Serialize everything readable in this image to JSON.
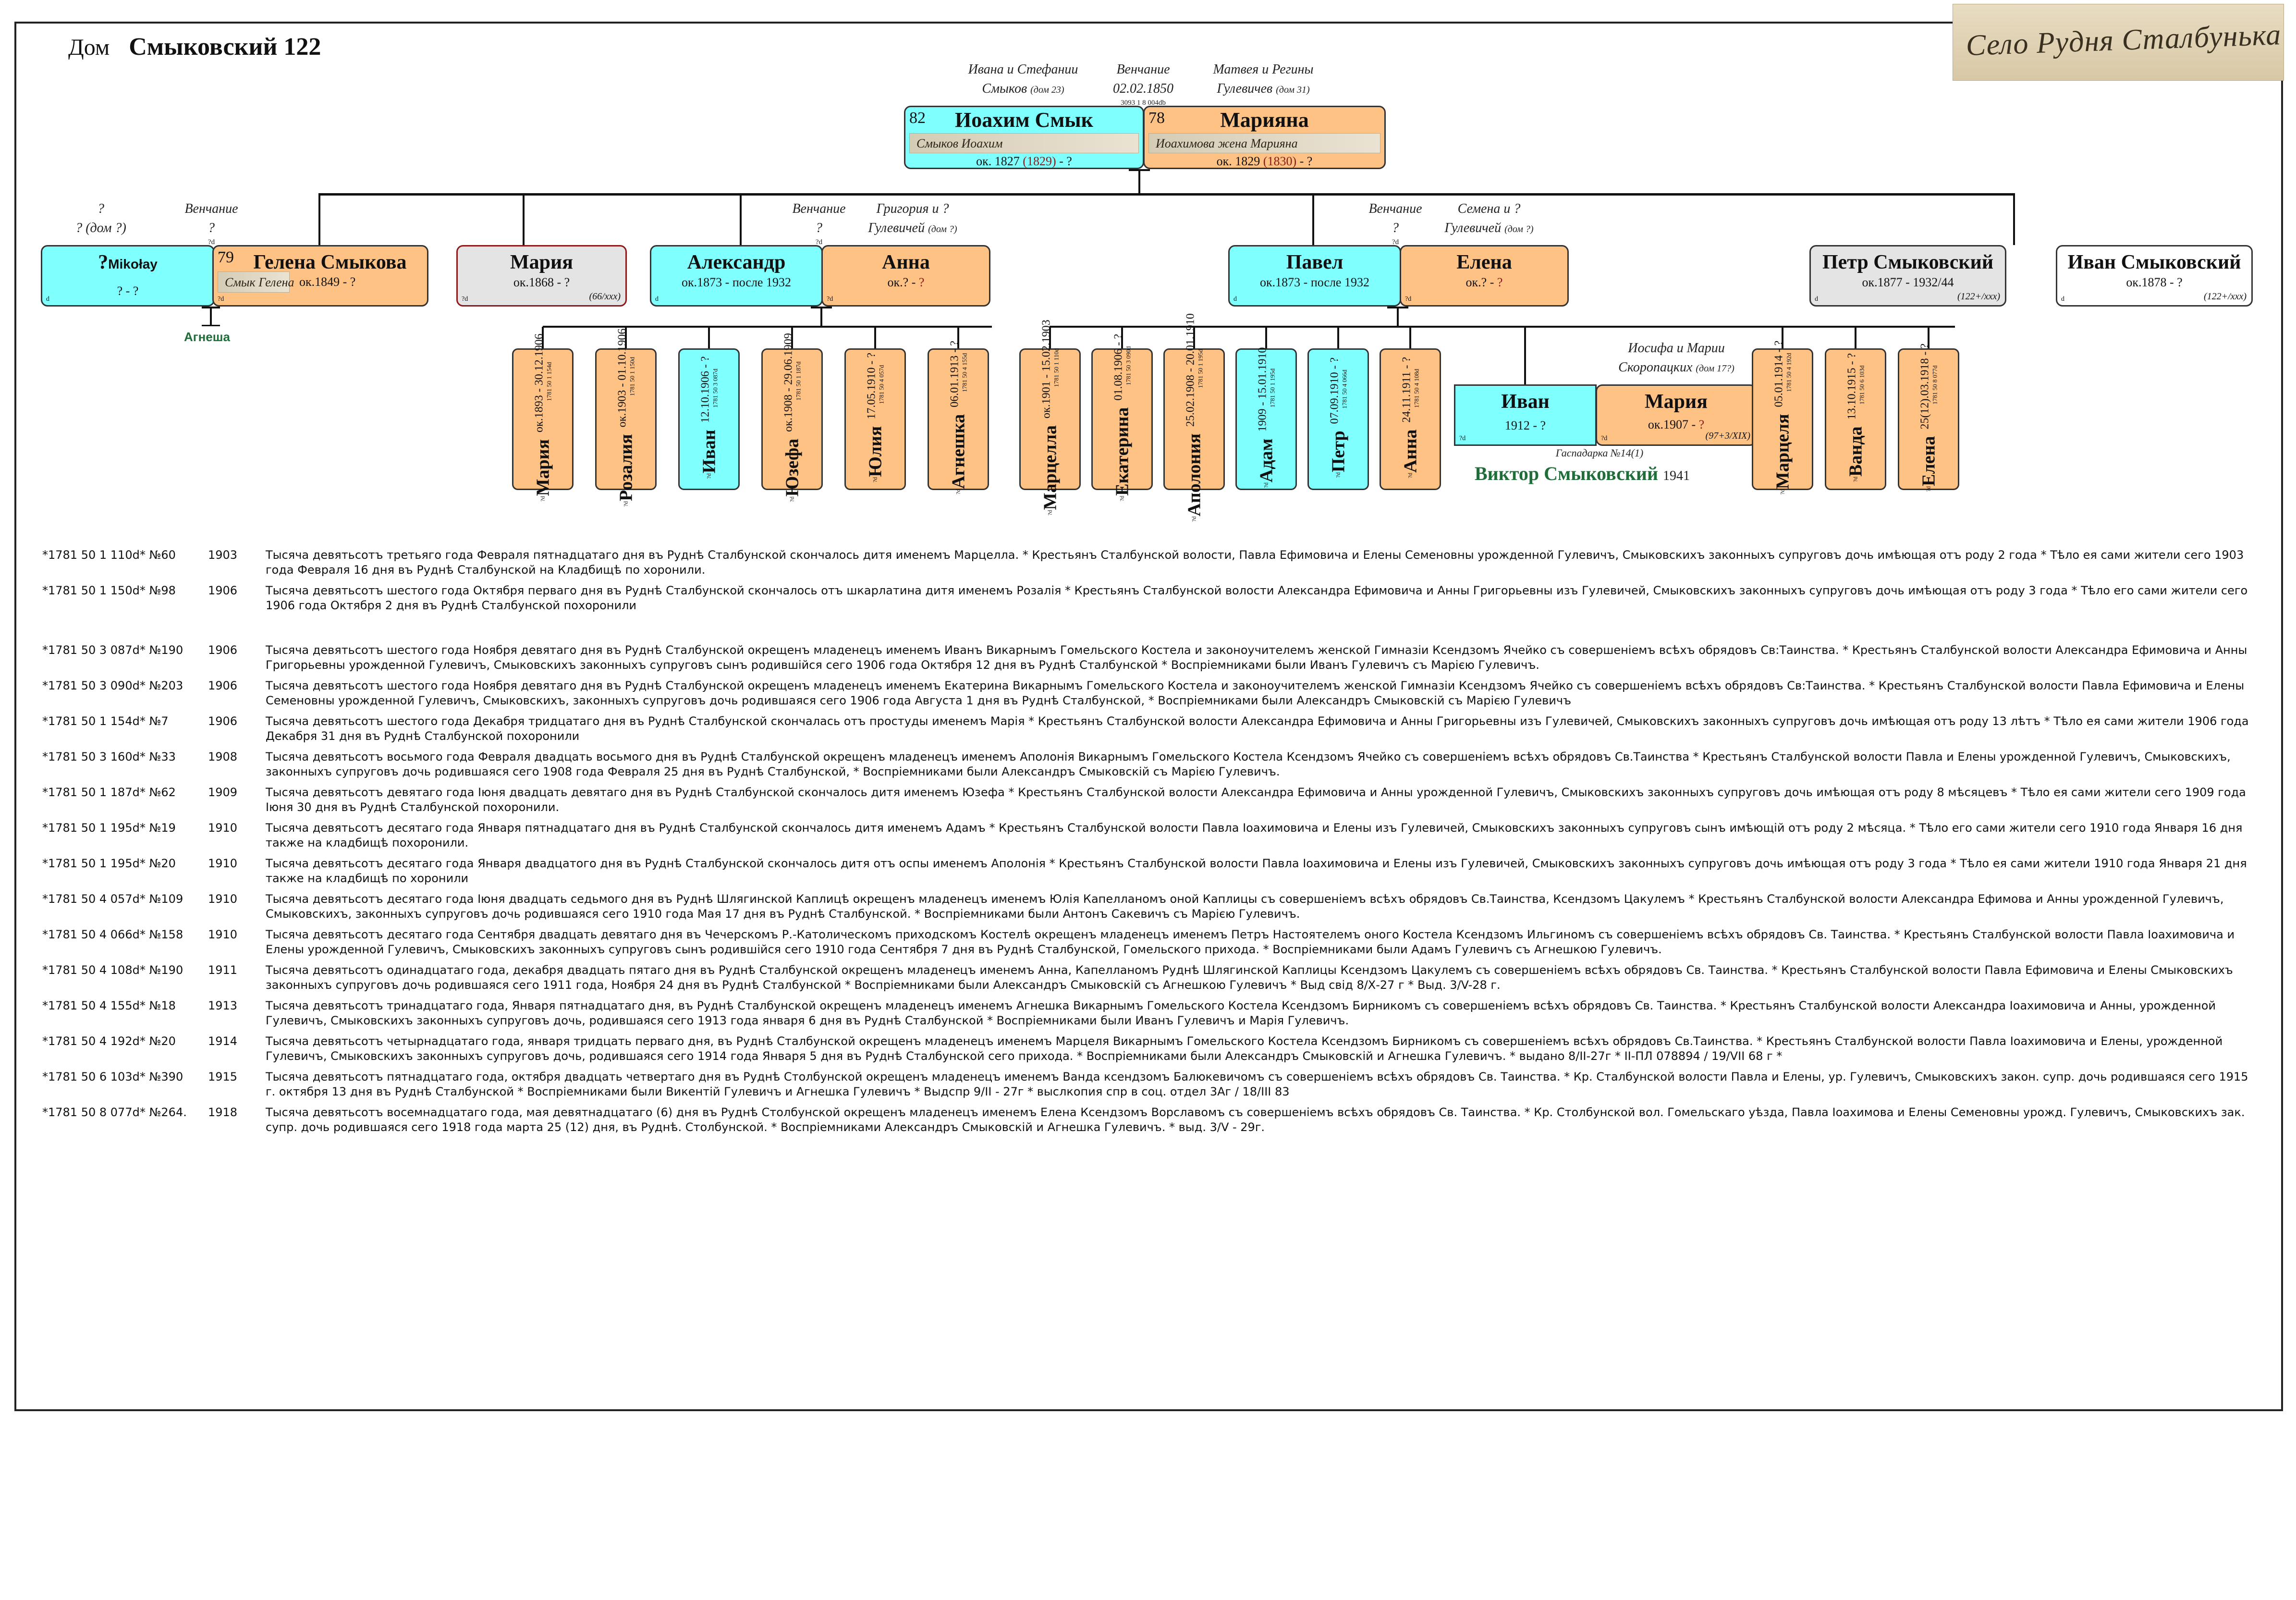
{
  "header": {
    "label": "Дом",
    "house": "Смыковский 122",
    "seal": "Село Рудня Сталбунька"
  },
  "colors": {
    "male": "#80ffff",
    "female": "#ffc285",
    "unknown": "#e4e4e4"
  },
  "top": {
    "left_parents": "Ивана и Стефании",
    "left_family": "Смыков",
    "left_house": "(дом 23)",
    "wedding_label": "Венчание",
    "wedding_date": "02.02.1850",
    "wedding_ref": "3093 1 8 004db",
    "right_parents": "Матвея и Регины",
    "right_family": "Гулевичев",
    "right_house": "(дом 31)",
    "husband": {
      "num": "82",
      "name": "Иоахим Смык",
      "dates_a": "ок. 1827 ",
      "dates_b": "(1829)",
      "dates_c": " - ?",
      "signature": "Смыков Иоахим"
    },
    "wife": {
      "num": "78",
      "name": "Марияна",
      "dates_a": "ок. 1829 ",
      "dates_b": "(1830)",
      "dates_c": " - ?",
      "signature": "Иоахимова жена Марияна"
    }
  },
  "gen2": {
    "mikolay": {
      "parents": "?",
      "house": "? (дом ?)",
      "name": "?",
      "name_small": "Mikołay",
      "dates": "? - ?",
      "tag": "d"
    },
    "wed1": {
      "label": "Венчание",
      "date": "?",
      "tag": "?d"
    },
    "gelena": {
      "num": "79",
      "name": "Гелена Смыкова",
      "dates": "ок.1849 - ?",
      "signature": "Смык Гелена",
      "tag": "?d"
    },
    "agnesha": "Агнеша",
    "maria": {
      "name": "Мария",
      "dates": "ок.1868 - ?",
      "tag": "?d",
      "note": "(66/xxx)"
    },
    "wed2": {
      "label": "Венчание",
      "date": "?",
      "tag": "?d",
      "parents": "Григория и ?",
      "family": "Гулевичей",
      "house": "(дом ?)"
    },
    "alexander": {
      "name": "Александр",
      "dates": "ок.1873 - после 1932",
      "tag": "d"
    },
    "anna": {
      "name": "Анна",
      "dates_a": "ок.? - ",
      "dates_b": "?",
      "tag": "?d"
    },
    "wed3": {
      "label": "Венчание",
      "date": "?",
      "tag": "?d",
      "parents": "Семена и ?",
      "family": "Гулевичей",
      "house": "(дом ?)"
    },
    "pavel": {
      "name": "Павел",
      "dates": "ок.1873 - после 1932",
      "tag": "d"
    },
    "elena": {
      "name": "Елена",
      "dates_a": "ок.? - ",
      "dates_b": "?",
      "tag": "?d"
    },
    "petr": {
      "name": "Петр Смыковский",
      "dates": "ок.1877 - 1932/44",
      "tag": "d",
      "note": "(122+/xxx)"
    },
    "ivan": {
      "name": "Иван Смыковский",
      "dates": "ок.1878 - ?",
      "tag": "d",
      "note": "(122+/xxx)"
    }
  },
  "children_a": [
    {
      "name": "Мария",
      "dates": "ок.1893 - 30.12.1906",
      "ref": "1781 50 1 154d",
      "color": "#ffc285",
      "tag": "?d"
    },
    {
      "name": "Розалия",
      "dates": "ок.1903 - 01.10.1906",
      "ref": "1781 50 1 150d",
      "color": "#ffc285",
      "tag": "?d"
    },
    {
      "name": "Иван",
      "dates": "12.10.1906 - ?",
      "ref": "1781 50 3 087d",
      "color": "#80ffff",
      "tag": "?d"
    },
    {
      "name": "Юзефа",
      "dates": "ок.1908 - 29.06.1909",
      "ref": "1781 50 1 187d",
      "color": "#ffc285",
      "tag": "?d"
    },
    {
      "name": "Юлия",
      "dates": "17.05.1910 - ?",
      "ref": "1781 50 4 057d",
      "color": "#ffc285",
      "tag": "?d"
    },
    {
      "name": "Агнешка",
      "dates": "06.01.1913 - ?",
      "ref": "1781 50 4 155d",
      "color": "#ffc285",
      "tag": "?d"
    }
  ],
  "children_p": [
    {
      "name": "Марцелла",
      "dates": "ок.1901 - 15.02.1903",
      "ref": "1781 50 1 110d",
      "color": "#ffc285",
      "tag": "?d"
    },
    {
      "name": "Екатерина",
      "dates": "01.08.1906 - ?",
      "ref": "1781 50 3 090d",
      "color": "#ffc285",
      "tag": "?d"
    },
    {
      "name": "Аполония",
      "dates": "25.02.1908 - 20.01.1910",
      "ref": "1781 50 1 195d",
      "color": "#ffc285",
      "tag": "?d"
    },
    {
      "name": "Адам",
      "dates": "1909 - 15.01.1910",
      "ref": "1781 50 1 195d",
      "color": "#80ffff",
      "tag": "?d"
    },
    {
      "name": "Петр",
      "dates": "07.09.1910 - ?",
      "ref": "1781 50 4 066d",
      "color": "#80ffff",
      "tag": "?d"
    },
    {
      "name": "Анна",
      "dates": "24.11.1911 - ?",
      "ref": "1781 50 4 108d",
      "color": "#ffc285",
      "tag": "?d"
    }
  ],
  "ivan_couple": {
    "parents": "Иосифа и Марии",
    "family": "Скоропацких",
    "house": "(дом 17?)",
    "ivan": {
      "name": "Иван",
      "dates": "1912 - ?",
      "tag": "?d"
    },
    "maria": {
      "name": "Мария",
      "dates_a": "ок.1907 - ",
      "dates_b": "?",
      "tag": "?d",
      "note": "(97+3/XIX)"
    },
    "place": "Гаспадарка №14(1)",
    "son": "Виктор Смыковский",
    "son_year": "1941"
  },
  "children_p2": [
    {
      "name": "Марцеля",
      "dates": "05.01.1914 - ?",
      "ref": "1781 50 4 192d",
      "color": "#ffc285",
      "tag": "?d"
    },
    {
      "name": "Ванда",
      "dates": "13.10.1915 - ?",
      "ref": "1781 50 6 103d",
      "color": "#ffc285",
      "tag": "?d"
    },
    {
      "name": "Елена",
      "dates": "25(12).03.1918 - ?",
      "ref": "1781 50 8 077d",
      "color": "#ffc285",
      "tag": "?d"
    }
  ],
  "records": [
    {
      "ref": "*1781 50 1 110d* №60",
      "year": "1903",
      "text": "Тысяча девятьсотъ третьяго года Февраля пятнадцатаго дня въ Руднѣ Сталбунской скончалось дитя именемъ Марцелла. * Крестьянъ Сталбунской волости, Павла Ефимовича и Елены Семеновны урожденной Гулевичъ, Смыковскихъ законныхъ супруговъ дочь имѣющая отъ роду 2 года * Тѣло ея сами жители сего 1903 года Февраля 16 дня въ Руднѣ Сталбунской на Кладбищѣ по хоронили."
    },
    {
      "ref": "*1781 50 1 150d* №98",
      "year": "1906",
      "text": "Тысяча девятьсотъ шестого года Октября перваго дня въ Руднѣ Сталбунской скончалось отъ шкарлатина дитя именемъ Розалія * Крестьянъ Сталбунской волости Александра Ефимовича и Анны Григорьевны изъ Гулевичей, Смыковскихъ законныхъ супруговъ дочь имѣющая отъ роду 3 года * Тѣло его сами жители сего 1906 года Октября 2 дня въ Руднѣ Сталбунской похоронили"
    },
    {
      "ref": "*1781 50 3 087d* №190",
      "year": "1906",
      "text": "Тысяча девятьсотъ шестого года Ноября девятаго дня въ Руднѣ Сталбунской окрещенъ младенецъ именемъ Иванъ Викарнымъ Гомельского Костела и законоучителемъ женской Гимназіи Ксендзомъ Ячейко съ совершеніемъ всѣхъ обрядовъ Св:Таинства. * Крестьянъ Сталбунской волости Александра Ефимовича и Анны Григорьевны урожденной Гулевичъ, Смыковскихъ законныхъ супруговъ сынъ родившійся сего 1906 года Октября 12 дня въ Руднѣ Сталбунской * Воспріемниками были Иванъ Гулевичъ съ Марією Гулевичъ."
    },
    {
      "ref": "*1781 50 3 090d* №203",
      "year": "1906",
      "text": "Тысяча девятьсотъ шестого года Ноября девятаго дня въ Руднѣ Сталбунской окрещенъ младенецъ именемъ Екатерина Викарнымъ Гомельского Костела и законоучителемъ женской Гимназіи Ксендзомъ Ячейко съ совершеніемъ всѣхъ обрядовъ Св:Таинства. * Крестьянъ Сталбунской волости Павла Ефимовича и Елены Семеновны урожденной Гулевичъ, Смыковскихъ, законныхъ супруговъ дочь родившаяся сего 1906 года Августа 1 дня въ Руднѣ Сталбунской, * Воспріемниками были Александръ Смыковскій съ Марією Гулевичъ"
    },
    {
      "ref": "*1781 50 1 154d* №7",
      "year": "1906",
      "text": "Тысяча девятьсотъ шестого года Декабря тридцатаго дня въ Руднѣ Сталбунской скончалась отъ простуды именемъ Марія * Крестьянъ Сталбунской волости Александра Ефимовича и Анны Григорьевны изъ Гулевичей, Смыковскихъ законныхъ супруговъ дочь имѣющая отъ роду 13 лѣтъ * Тѣло ея сами жители 1906 года Декабря 31 дня въ Руднѣ Сталбунской похоронили"
    },
    {
      "ref": "*1781 50 3 160d* №33",
      "year": "1908",
      "text": "Тысяча девятьсотъ восьмого года Февраля двадцать восьмого дня въ Руднѣ Сталбунской окрещенъ младенецъ именемъ Аполонія Викарнымъ Гомельского Костела Ксендзомъ Ячейко съ совершеніемъ всѣхъ обрядовъ Св.Таинства * Крестьянъ Сталбунской волости Павла и Елены урожденной Гулевичъ, Смыковскихъ, законныхъ супруговъ дочь родившаяся сего 1908 года Февраля 25 дня въ Руднѣ Сталбунской, * Воспріемниками были Александръ Смыковскій съ Марією Гулевичъ."
    },
    {
      "ref": "*1781 50 1 187d* №62",
      "year": "1909",
      "text": "Тысяча девятьсотъ девятаго года Іюня двадцать девятаго дня въ Руднѣ Сталбунской скончалось дитя именемъ Юзефа * Крестьянъ Сталбунской волости Александра Ефимовича и Анны урожденной Гулевичъ, Смыковскихъ законныхъ супруговъ дочь имѣющая отъ роду 8 мѣсяцевъ * Тѣло ея сами жители сего 1909 года Іюня 30 дня въ Руднѣ Сталбунской похоронили."
    },
    {
      "ref": "*1781 50 1 195d* №19",
      "year": "1910",
      "text": "Тысяча девятьсотъ десятаго года Января пятнадцатаго дня въ Руднѣ Сталбунской скончалось дитя именемъ Адамъ * Крестьянъ Сталбунской волости Павла Іоахимовича и Елены изъ Гулевичей, Смыковскихъ законныхъ супруговъ сынъ имѣющій отъ роду 2 мѣсяца. * Тѣло его сами жители сего 1910 года Января 16 дня также на кладбищѣ похоронили."
    },
    {
      "ref": "*1781 50 1 195d* №20",
      "year": "1910",
      "text": "Тысяча девятьсотъ десятаго года Января двадцатого дня въ Руднѣ Сталбунской скончалось дитя отъ оспы именемъ Аполонія * Крестьянъ Сталбунской волости Павла Іоахимовича и Елены изъ Гулевичей, Смыковскихъ законныхъ супруговъ дочь имѣющая отъ роду 3 года * Тѣло ея сами жители 1910 года Января 21 дня также на кладбищѣ по хоронили"
    },
    {
      "ref": "*1781 50 4 057d* №109",
      "year": "1910",
      "text": "Тысяча девятьсотъ десятаго года Іюня двадцать седьмого дня въ Руднѣ Шлягинской Каплицѣ окрещенъ младенецъ именемъ Юлія Капелланомъ оной Каплицы съ совершеніемъ всѣхъ обрядовъ Св.Таинства, Ксендзомъ Цакулемъ * Крестьянъ Сталбунской волости Александра Ефимова и Анны урожденной Гулевичъ, Смыковскихъ, законныхъ супруговъ дочь родившаяся сего 1910 года Мая 17 дня въ Руднѣ Сталбунской. * Воспріемниками были Антонъ Сакевичъ съ Марією Гулевичъ."
    },
    {
      "ref": "*1781 50 4 066d* №158",
      "year": "1910",
      "text": "Тысяча девятьсотъ десятаго года Сентября двадцать девятаго дня въ Чечерскомъ Р.-Католическомъ приходскомъ Костелѣ окрещенъ младенецъ именемъ Петръ Настоятелемъ оного Костела Ксендзомъ Ильгиномъ съ совершеніемъ всѣхъ обрядовъ Св. Таинства. * Крестьянъ Сталбунской волости Павла Іоахимовича и Елены урожденной Гулевичъ, Смыковскихъ законныхъ супруговъ сынъ родившійся сего 1910 года Сентября 7 дня въ Руднѣ Сталбунской, Гомельского прихода. * Воспріемниками были Адамъ Гулевичъ съ Агнешкою Гулевичъ."
    },
    {
      "ref": "*1781 50 4 108d* №190",
      "year": "1911",
      "text": "Тысяча девятьсотъ одинадцатаго года, декабря двадцать пятаго дня въ Руднѣ Сталбунской окрещенъ младенецъ именемъ Анна, Капелланомъ Руднѣ Шлягинской Каплицы Ксендзомъ Цакулемъ съ совершеніемъ всѣхъ обрядовъ Св. Таинства. * Крестьянъ Сталбунской волости Павла Ефимовича и Елены Смыковскихъ законныхъ супруговъ дочь родившаяся сего 1911 года, Ноября 24 дня въ Руднѣ Сталбунской * Воспріемниками были Александръ Смыковскій съ Агнешкою Гулевичъ * Выд свід 8/Х-27 г * Выд. 3/V-28 г."
    },
    {
      "ref": "*1781 50 4 155d* №18",
      "year": "1913",
      "text": "Тысяча девятьсотъ тринадцатаго года, Января пятнадцатаго дня, въ Руднѣ Сталбунской окрещенъ младенецъ именемъ Агнешка Викарнымъ Гомельского Костела Ксендзомъ Бирникомъ съ совершеніемъ всѣхъ обрядовъ Св. Таинства. * Крестьянъ Сталбунской волости Александра Іоахимовича и Анны, урожденной Гулевичъ, Смыковскихъ законныхъ супруговъ дочь, родившаяся сего 1913 года января 6 дня въ Руднѣ Сталбунской * Воспріемниками были Иванъ Гулевичъ и Марія Гулевичъ."
    },
    {
      "ref": "*1781 50 4 192d* №20",
      "year": "1914",
      "text": "Тысяча девятьсотъ четырнадцатаго года, января тридцать перваго дня, въ Руднѣ Сталбунской окрещенъ младенецъ именемъ Марцеля Викарнымъ Гомельского Костела Ксендзомъ Бирникомъ съ совершеніемъ всѣхъ обрядовъ Св.Таинства. * Крестьянъ Сталбунской волости Павла Іоахимовича и Елены, урожденной Гулевичъ, Смыковскихъ законныхъ супруговъ дочь, родившаяся сего 1914 года Января 5 дня въ Руднѣ Сталбунской сего прихода. * Воспріемниками были Александръ Смыковскій и Агнешка Гулевичъ. * выдано 8/II-27г * II-ПЛ 078894 / 19/VII 68 г *"
    },
    {
      "ref": "*1781 50 6 103d* №390",
      "year": "1915",
      "text": "Тысяча девятьсотъ пятнадцатаго года, октября двадцать четвертаго дня въ Руднѣ Столбунской окрещенъ младенецъ именемъ Ванда ксендзомъ Балюкевичомъ съ совершеніемъ всѣхъ обрядовъ Св. Таинства. * Кр. Сталбунской волости Павла и Елены, ур. Гулевичъ, Смыковскихъ закон. супр. дочь родившаяся сего 1915 г. октября 13 дня въ Руднѣ Сталбунской * Воспріемниками были Викентій Гулевичъ и Агнешка Гулевичъ * Выдспр 9/II - 27г * выслкопия спр в соц. отдел 3Аг / 18/III 83"
    },
    {
      "ref": "*1781 50 8 077d* №264.",
      "year": "1918",
      "text": "Тысяча девятьсотъ восемнадцатаго года, мая девятнадцатаго (6) дня въ Руднѣ Столбунской окрещенъ младенецъ именемъ Елена Ксендзомъ Ворславомъ съ совершеніемъ всѣхъ обрядовъ Св. Таинства. * Кр. Столбунской вол. Гомельскаго уѣзда, Павла Іоахимова и Елены Семеновны урожд. Гулевичъ, Смыковскихъ зак. супр. дочь родившаяся сего 1918 года марта 25 (12) дня, въ Руднѣ. Столбунской. * Воспріемниками Александръ Смыковскій и Агнешка Гулевичъ. * выд. 3/V - 29г."
    }
  ]
}
